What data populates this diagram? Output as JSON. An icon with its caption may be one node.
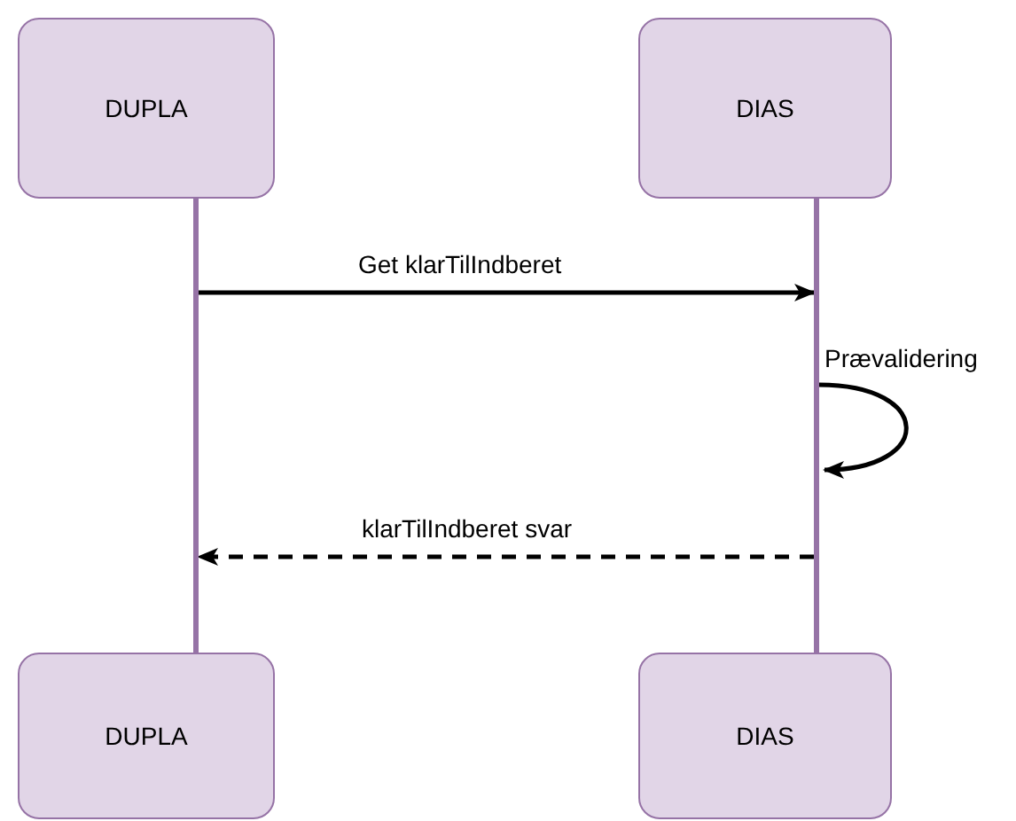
{
  "diagram": {
    "nodes": [
      {
        "text": [
          "DUPLA"
        ]
      },
      {
        "text": [
          "DIAS"
        ]
      },
      {
        "text": [],
        "shape": "bar"
      },
      {
        "text": [],
        "shape": "bar"
      },
      {
        "text": [
          "DUPLA"
        ]
      },
      {
        "text": [
          "DIAS"
        ]
      }
    ],
    "edges": [
      {
        "from": 2,
        "to": 3,
        "arrow": "to",
        "label": "Get klarTilIndberet"
      },
      {
        "from": 3,
        "to": 3,
        "arrow": "to",
        "label": "Prævalidering"
      },
      {
        "from": 3,
        "to": 2,
        "arrow": "to",
        "label": "klarTilIndberet svar",
        "style": "dashed"
      }
    ]
  }
}
